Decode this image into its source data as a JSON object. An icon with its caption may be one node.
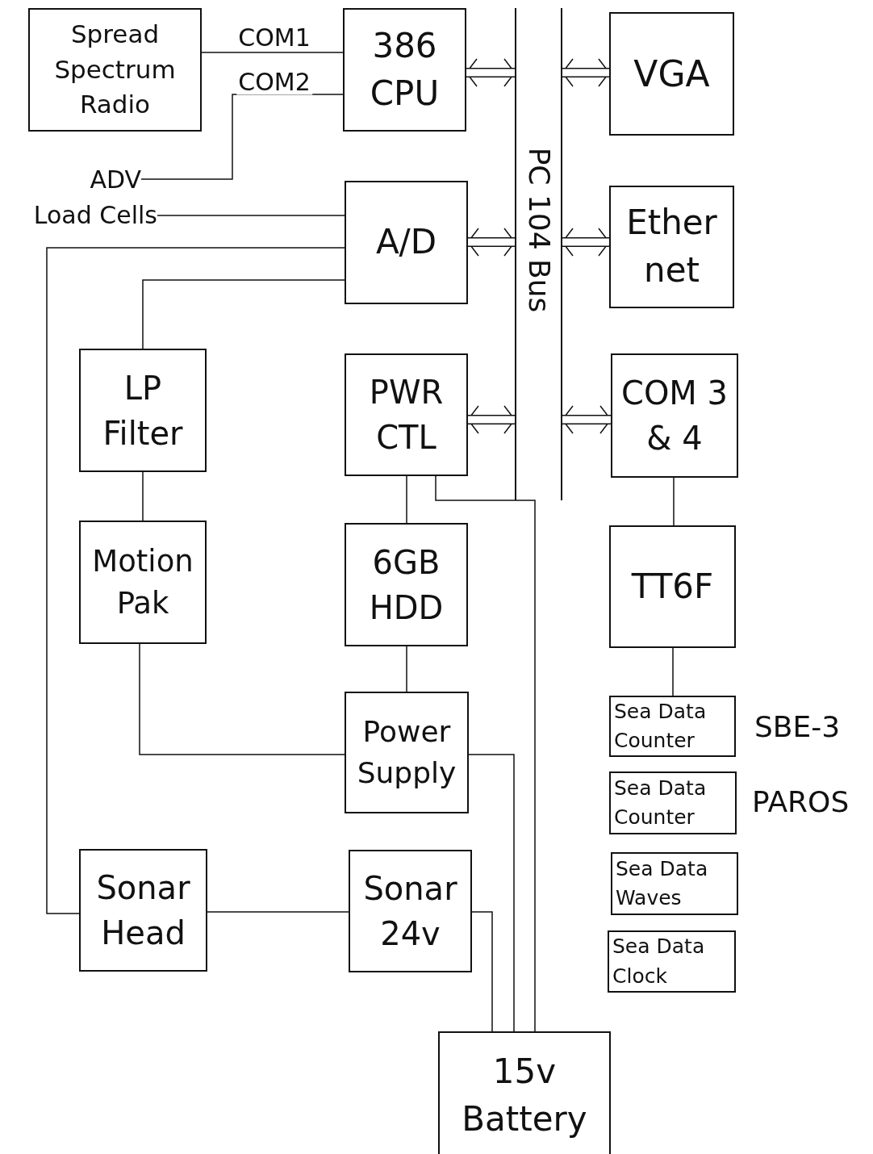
{
  "diagram": {
    "nodes": [
      {
        "text": [
          "Spread Spectrum Radio"
        ]
      },
      {
        "text": [
          "386 CPU"
        ]
      },
      {
        "text": [
          "PC 104 Bus"
        ]
      },
      {
        "text": [
          "VGA"
        ]
      },
      {
        "text": [
          "ADV"
        ]
      },
      {
        "text": [
          "Load Cells"
        ]
      },
      {
        "text": [
          "A/D"
        ]
      },
      {
        "text": [
          "Ether net"
        ]
      },
      {
        "text": [
          "LP Filter"
        ]
      },
      {
        "text": [
          "PWR CTL"
        ]
      },
      {
        "text": [
          "COM 3 & 4"
        ]
      },
      {
        "text": [
          "Motion Pak"
        ]
      },
      {
        "text": [
          "6GB HDD"
        ]
      },
      {
        "text": [
          "TT6F"
        ]
      },
      {
        "text": [
          "Power Supply"
        ]
      },
      {
        "text": [
          "Sea Data Counter"
        ],
        "beside": [
          "SBE-3"
        ]
      },
      {
        "text": [
          "Sea Data Counter"
        ],
        "beside": [
          "PAROS"
        ]
      },
      {
        "text": [
          "Sea Data Waves"
        ]
      },
      {
        "text": [
          "Sonar Head"
        ]
      },
      {
        "text": [
          "Sonar 24v"
        ]
      },
      {
        "text": [
          "Sea Data Clock"
        ]
      },
      {
        "text": [
          "15v Battery"
        ]
      }
    ],
    "edges": [
      {
        "from": 0,
        "to": 1,
        "arrow": "none",
        "label": "COM1"
      },
      {
        "from": 4,
        "to": 1,
        "arrow": "none",
        "label": "COM2"
      },
      {
        "from": 5,
        "to": 6,
        "arrow": "none"
      },
      {
        "from": 18,
        "to": 6,
        "arrow": "none"
      },
      {
        "from": 8,
        "to": 6,
        "arrow": "none"
      },
      {
        "from": 1,
        "to": 2,
        "arrow": "both",
        "style": "thick"
      },
      {
        "from": 6,
        "to": 2,
        "arrow": "both",
        "style": "thick"
      },
      {
        "from": 9,
        "to": 2,
        "arrow": "both",
        "style": "thick"
      },
      {
        "from": 2,
        "to": 3,
        "arrow": "both",
        "style": "thick"
      },
      {
        "from": 2,
        "to": 7,
        "arrow": "both",
        "style": "thick"
      },
      {
        "from": 2,
        "to": 10,
        "arrow": "both",
        "style": "thick"
      },
      {
        "from": 8,
        "to": 11,
        "arrow": "none"
      },
      {
        "from": 11,
        "to": 14,
        "arrow": "none"
      },
      {
        "from": 9,
        "to": 12,
        "arrow": "none"
      },
      {
        "from": 12,
        "to": 14,
        "arrow": "none"
      },
      {
        "from": 9,
        "to": 21,
        "arrow": "none"
      },
      {
        "from": 14,
        "to": 21,
        "arrow": "none"
      },
      {
        "from": 18,
        "to": 19,
        "arrow": "none"
      },
      {
        "from": 19,
        "to": 21,
        "arrow": "none"
      },
      {
        "from": 10,
        "to": 13,
        "arrow": "none"
      },
      {
        "from": 13,
        "to": 15,
        "arrow": "none"
      }
    ]
  }
}
